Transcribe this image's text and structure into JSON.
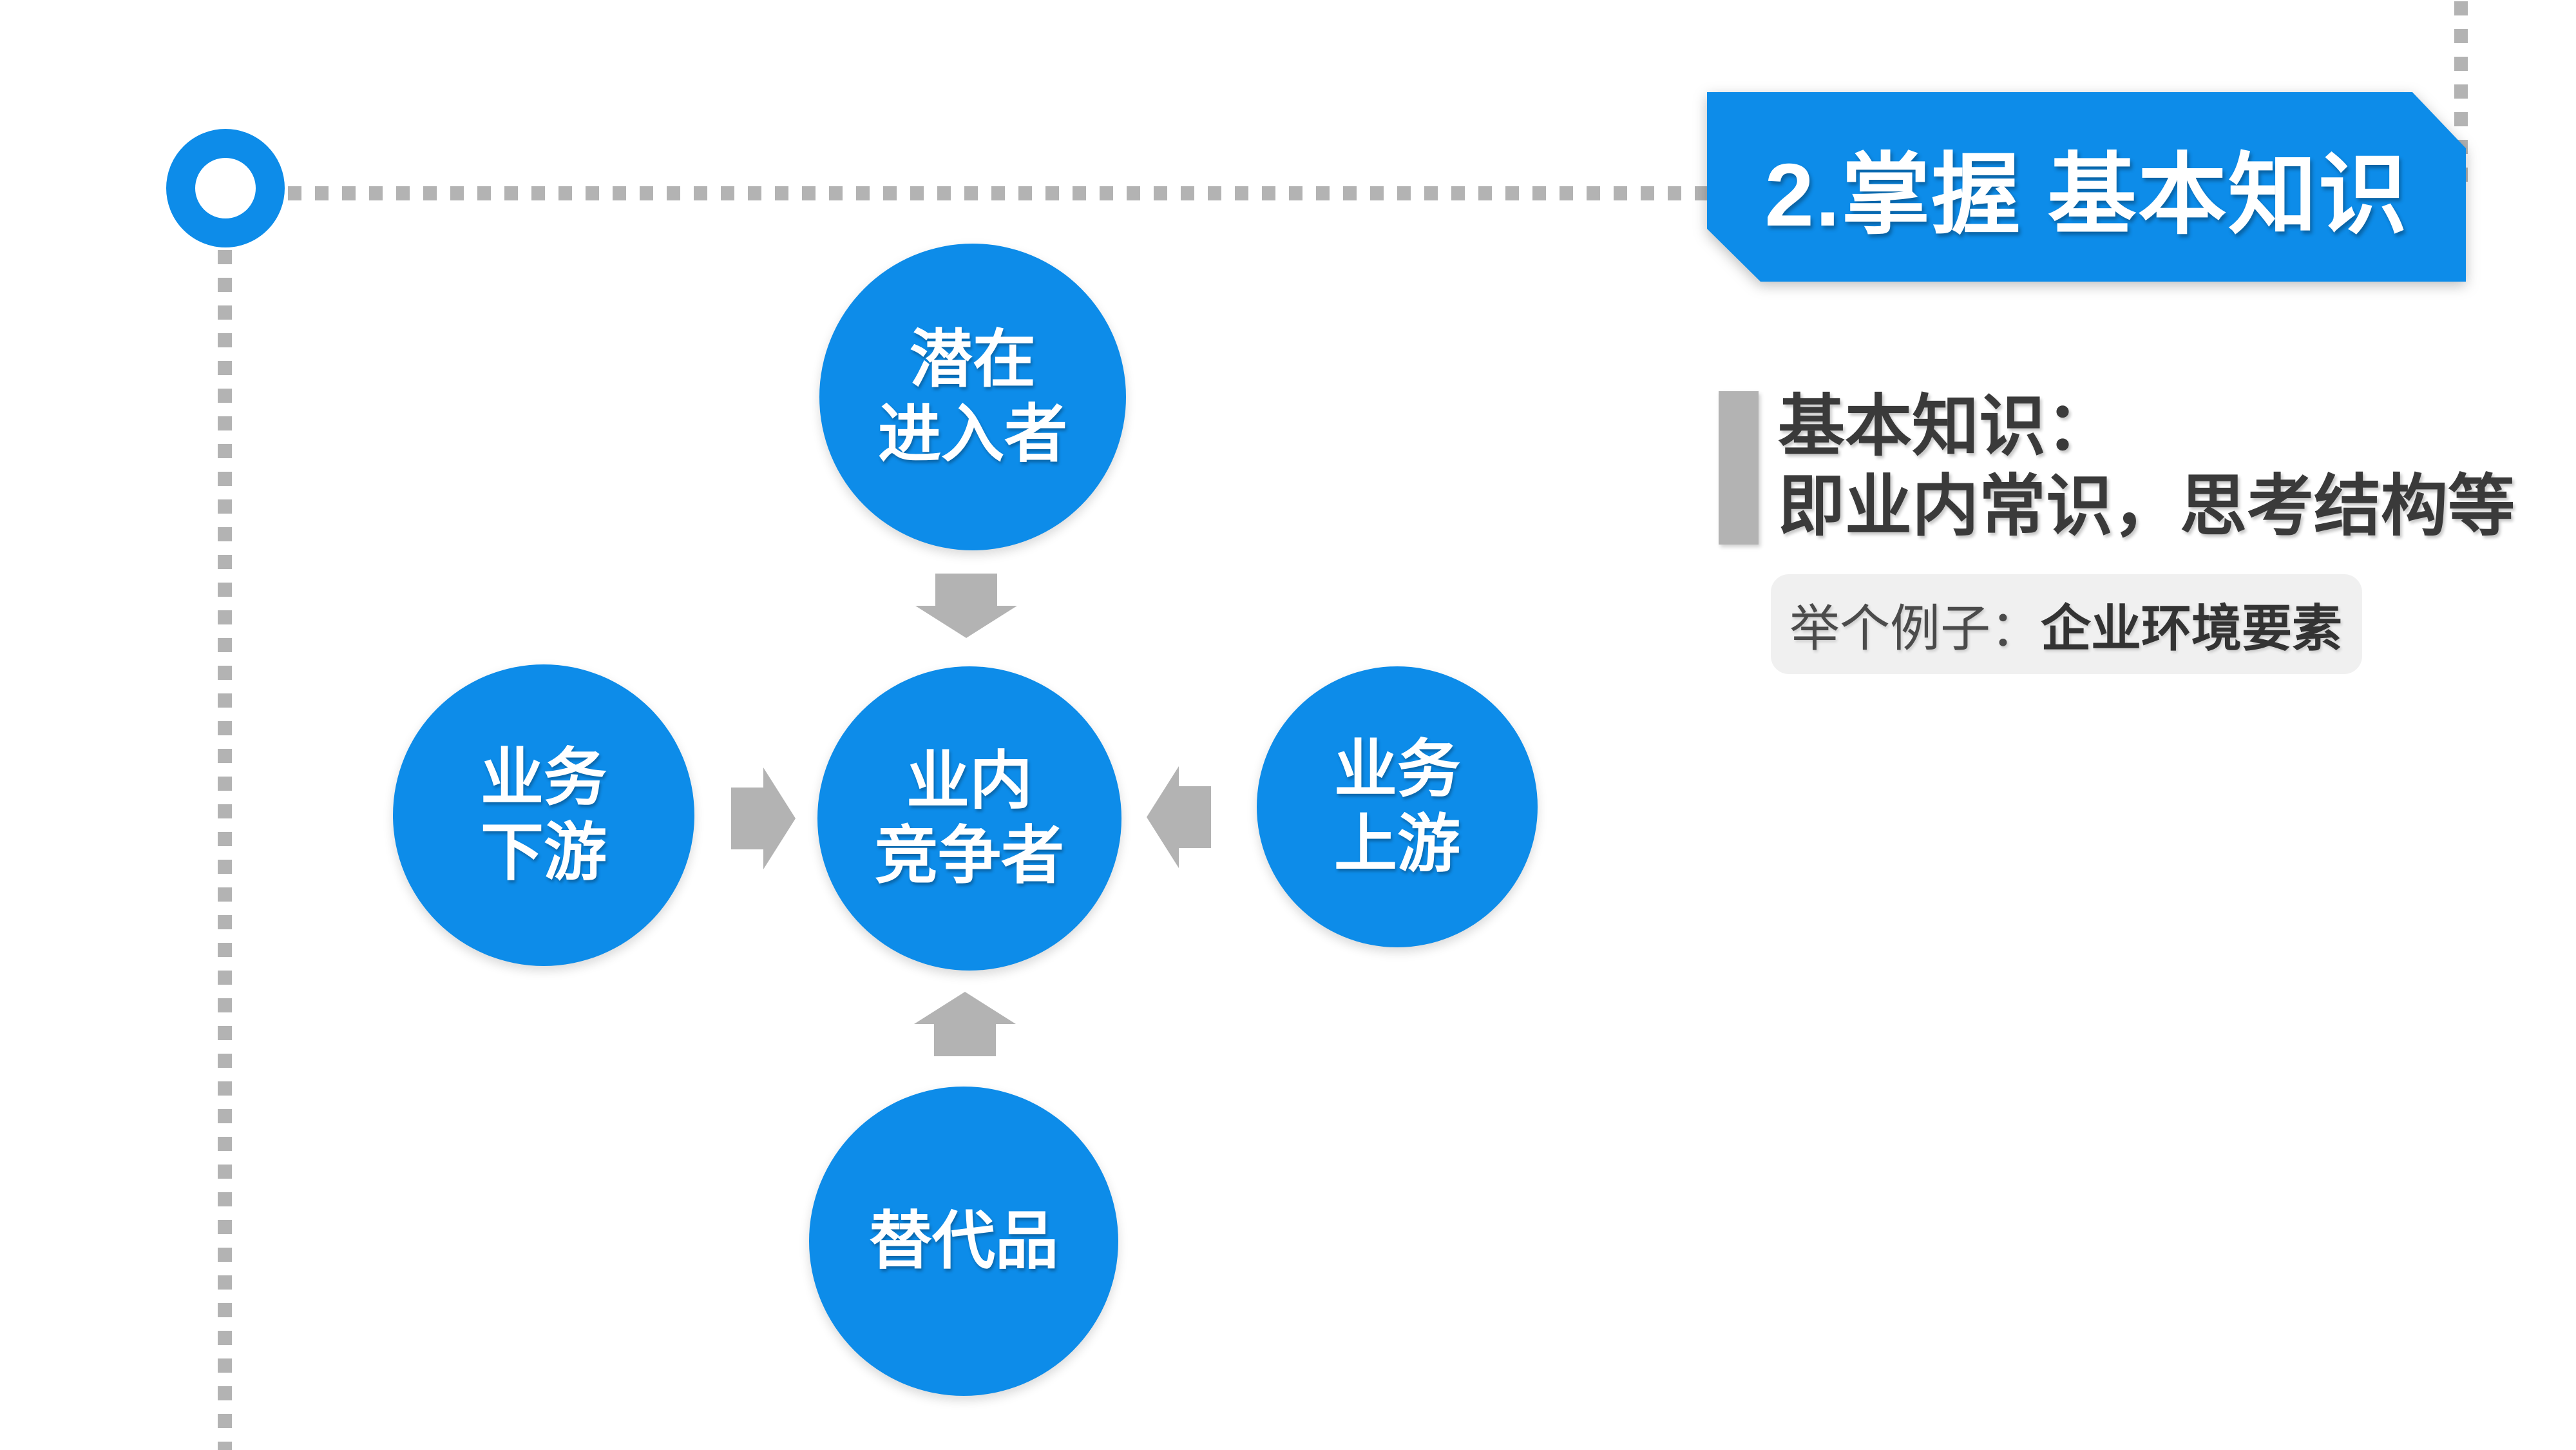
{
  "slide": {
    "banner": {
      "title": "2.掌握 基本知识"
    },
    "note": {
      "heading_line1": "基本知识：",
      "heading_line2": "即业内常识，思考结构等",
      "example_prefix": "举个例子：",
      "example_value": "企业环境要素"
    },
    "diagram": {
      "circles": [
        {
          "id": "potential-entrants",
          "lines": [
            "潜在",
            "进入者"
          ]
        },
        {
          "id": "business-downstream",
          "lines": [
            "业务",
            "下游"
          ]
        },
        {
          "id": "industry-competitors",
          "lines": [
            "业内",
            "竞争者"
          ]
        },
        {
          "id": "business-upstream",
          "lines": [
            "业务",
            "上游"
          ]
        },
        {
          "id": "substitutes",
          "lines": [
            "替代品"
          ]
        }
      ],
      "arrow_directions": [
        "down",
        "right",
        "left",
        "up"
      ]
    }
  },
  "colors": {
    "accent_blue": "#0d8ce9",
    "dash_gray": "#b3b3b3",
    "text_dark": "#3a3a3a",
    "text_mid": "#4b4b4b",
    "box_bg": "#f0f0f0"
  }
}
